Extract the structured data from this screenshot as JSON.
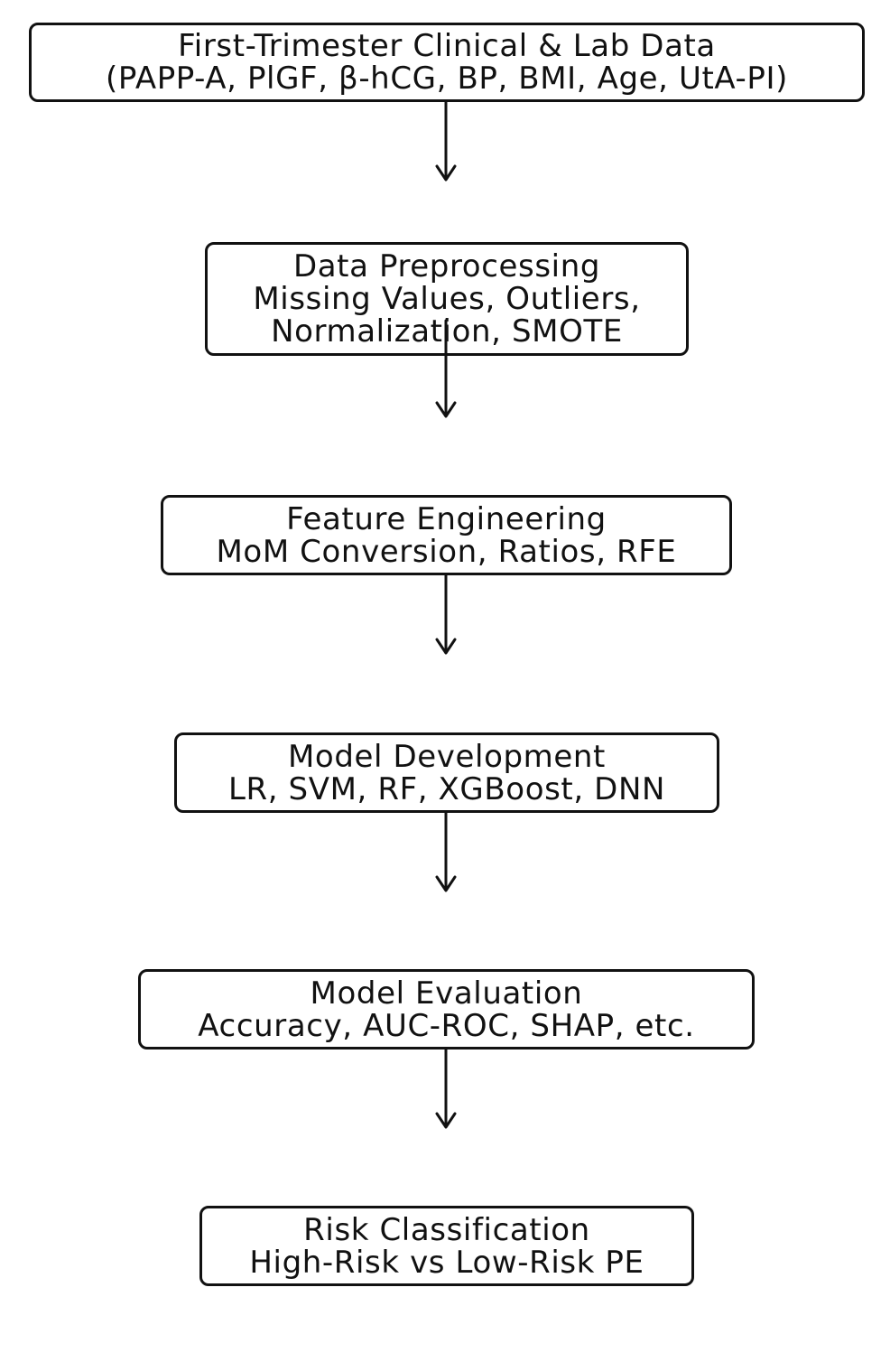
{
  "steps": [
    {
      "title": "First-Trimester Clinical & Lab Data",
      "detail": "(PAPP-A, PlGF, β-hCG, BP, BMI, Age, UtA-PI)"
    },
    {
      "title": "Data Preprocessing",
      "detail": "Missing Values, Outliers,",
      "detail2": "Normalization, SMOTE"
    },
    {
      "title": "Feature Engineering",
      "detail": "MoM Conversion, Ratios, RFE"
    },
    {
      "title": "Model Development",
      "detail": "LR, SVM, RF, XGBoost, DNN"
    },
    {
      "title": "Model Evaluation",
      "detail": "Accuracy, AUC-ROC, SHAP, etc."
    },
    {
      "title": "Risk Classification",
      "detail": "High-Risk vs Low-Risk PE"
    }
  ]
}
